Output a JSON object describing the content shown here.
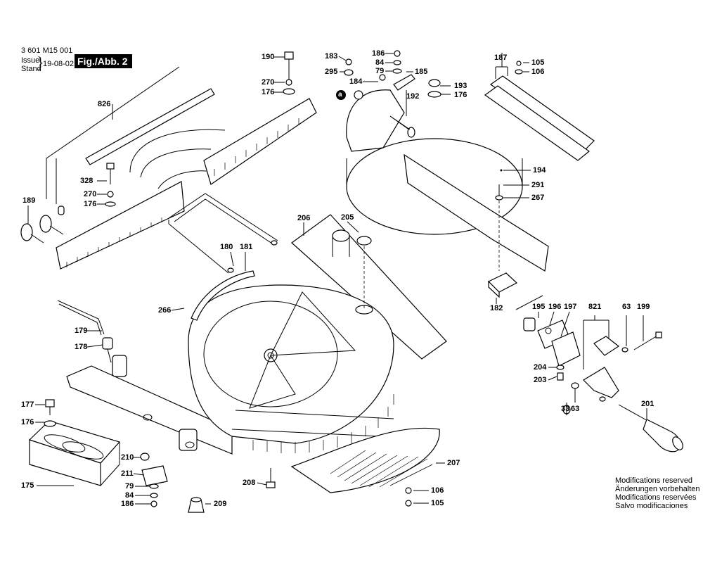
{
  "header": {
    "part_number": "3 601 M15 001",
    "issue_label": "Issue",
    "stand_label": "Stand",
    "date": "19-08-02",
    "figure": "Fig./Abb. 2"
  },
  "labels": {
    "l190": "190",
    "l270a": "270",
    "l176a": "176",
    "l826": "826",
    "l328": "328",
    "l270b": "270",
    "l176b": "176",
    "l189": "189",
    "l183": "183",
    "l295": "295",
    "la": "a",
    "l184": "184",
    "l186a": "186",
    "l84a": "84",
    "l79a": "79",
    "l185": "185",
    "l192": "192",
    "l193": "193",
    "l176c": "176",
    "l187": "187",
    "l105a": "105",
    "l106a": "106",
    "l194": "194",
    "l291": "291",
    "l267": "267",
    "l206": "206",
    "l205": "205",
    "l180": "180",
    "l181": "181",
    "l266": "266",
    "l179": "179",
    "l178": "178",
    "l182": "182",
    "l195": "195",
    "l196": "196",
    "l197": "197",
    "l821": "821",
    "l63a": "63",
    "l199": "199",
    "l204": "204",
    "l203": "203",
    "l33": "33",
    "l63b": "63",
    "l201": "201",
    "l177": "177",
    "l176d": "176",
    "l175": "175",
    "l210": "210",
    "l211": "211",
    "l79b": "79",
    "l84b": "84",
    "l186b": "186",
    "l208": "208",
    "l209": "209",
    "l207": "207",
    "l106b": "106",
    "l105b": "105"
  },
  "notes": [
    "Modifications reserved",
    "Änderungen vorbehalten",
    "Modifications reservées",
    "Salvo modificaciones"
  ]
}
